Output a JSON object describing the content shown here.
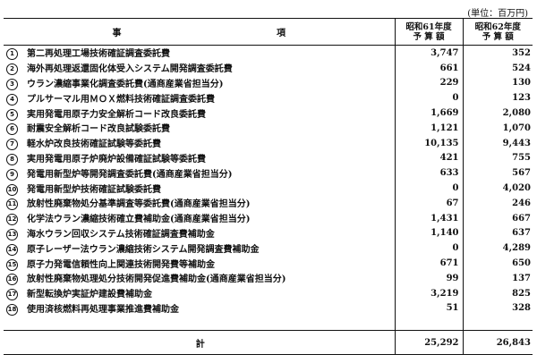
{
  "unit_label": "(単位：百万円)",
  "header": {
    "item_col": [
      "事",
      "項"
    ],
    "year1": [
      "昭和61年度",
      "予 算 額"
    ],
    "year2": [
      "昭和62年度",
      "予 算 額"
    ]
  },
  "rows": [
    {
      "no": "1",
      "item": "第二再処理工場技術確証調査委託費",
      "y61": "3,747",
      "y62": "352"
    },
    {
      "no": "2",
      "item": "海外再処理返還固化体受入システム開発調査委託費",
      "y61": "661",
      "y62": "524"
    },
    {
      "no": "3",
      "item": "ウラン濃縮事業化調査委託費(通商産業省担当分)",
      "y61": "229",
      "y62": "130"
    },
    {
      "no": "4",
      "item": "プルサーマル用ＭＯＸ燃料技術確証調査委託費",
      "y61": "0",
      "y62": "123"
    },
    {
      "no": "5",
      "item": "実用発電用原子力安全解析コード改良委託費",
      "y61": "1,669",
      "y62": "2,080"
    },
    {
      "no": "6",
      "item": "耐震安全解析コード改良試験委託費",
      "y61": "1,121",
      "y62": "1,070"
    },
    {
      "no": "7",
      "item": "軽水炉改良技術確証試験等委託費",
      "y61": "10,135",
      "y62": "9,443"
    },
    {
      "no": "8",
      "item": "実用発電用原子炉廃炉設備確証試験等委託費",
      "y61": "421",
      "y62": "755"
    },
    {
      "no": "9",
      "item": "発電用新型炉等開発調査委託費(通商産業省担当分)",
      "y61": "633",
      "y62": "567"
    },
    {
      "no": "10",
      "item": "発電用新型炉技術確証試験委託費",
      "y61": "0",
      "y62": "4,020"
    },
    {
      "no": "11",
      "item": "放射性廃棄物処分基準調査等委託費(通商産業省担当分)",
      "y61": "67",
      "y62": "246"
    },
    {
      "no": "12",
      "item": "化学法ウラン濃縮技術確立費補助金(通商産業省担当分)",
      "y61": "1,431",
      "y62": "667"
    },
    {
      "no": "13",
      "item": "海水ウラン回収システム技術確証調査費補助金",
      "y61": "1,140",
      "y62": "637"
    },
    {
      "no": "14",
      "item": "原子レーザー法ウラン濃縮技術システム開発調査費補助金",
      "y61": "0",
      "y62": "4,289"
    },
    {
      "no": "15",
      "item": "原子力発電信頼性向上関連技術開発費等補助金",
      "y61": "671",
      "y62": "650"
    },
    {
      "no": "16",
      "item": "放射性廃棄物処理処分技術開発促進費補助金(通商産業省担当分)",
      "y61": "99",
      "y62": "137"
    },
    {
      "no": "17",
      "item": "新型転換炉実証炉建設費補助金",
      "y61": "3,219",
      "y62": "825"
    },
    {
      "no": "18",
      "item": "使用済核燃料再処理事業推進費補助金",
      "y61": "51",
      "y62": "328"
    }
  ],
  "total": {
    "label": "計",
    "y61": "25,292",
    "y62": "26,843"
  }
}
